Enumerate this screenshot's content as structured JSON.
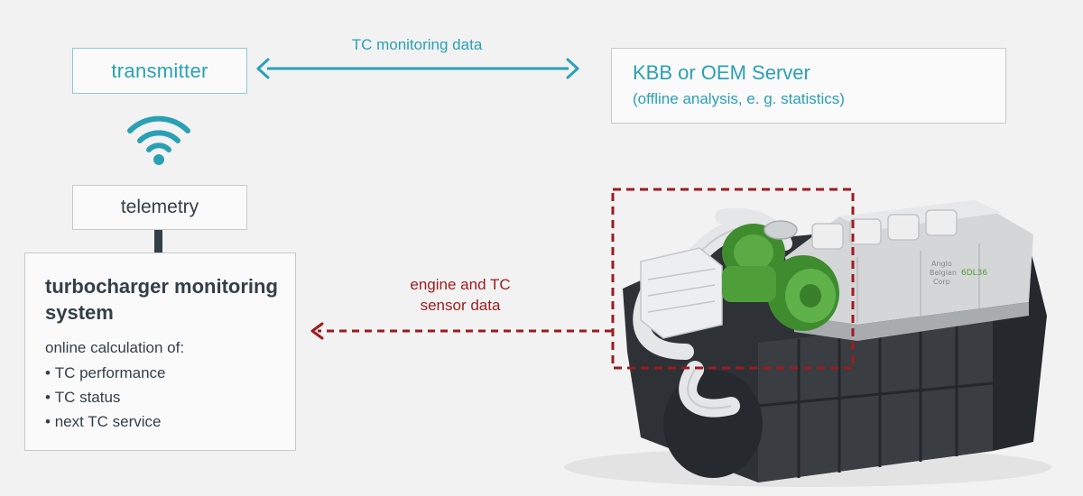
{
  "transmitter": {
    "label": "transmitter"
  },
  "server": {
    "title": "KBB or OEM Server",
    "subtitle": "(offline analysis, e. g. statistics)"
  },
  "telemetry": {
    "label": "telemetry"
  },
  "monitoring": {
    "title": "turbocharger monitoring system",
    "subtitle": "online calculation of:",
    "items": [
      "TC performance",
      "TC status",
      "next TC service"
    ]
  },
  "links": {
    "tc_monitoring": "TC monitoring data",
    "sensor_line1": "engine and TC",
    "sensor_line2": "sensor data"
  },
  "engine": {
    "badge_line1": "Anglo",
    "badge_line2": "Belgian",
    "badge_line3": "Corp",
    "model": "6DL36"
  },
  "colors": {
    "teal": "#2aa0b5",
    "dark_red": "#9e1b1f",
    "text_dark": "#333f48",
    "turbo_green": "#4e9e3a"
  },
  "icons": {
    "wireless": "wifi-icon",
    "bidirectional_arrow": "double-arrow-icon",
    "left_arrow": "arrow-left-icon"
  }
}
